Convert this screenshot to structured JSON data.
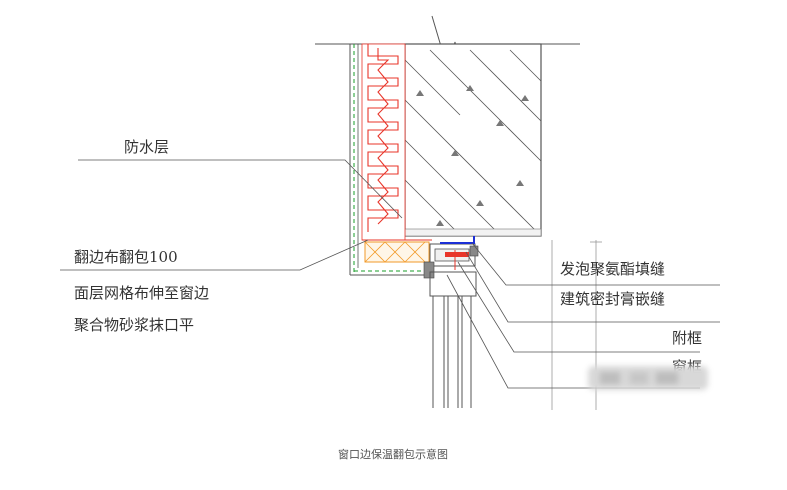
{
  "labels": {
    "waterproof": "防水层",
    "wrap_line1": "翻边布翻包100",
    "wrap_line2": "面层网格布伸至窗边",
    "wrap_line3": "聚合物砂浆抹口平",
    "foam_fill": "发泡聚氨酯填缝",
    "sealant": "建筑密封膏嵌缝",
    "subframe": "附框",
    "window_frame": "窗框"
  },
  "caption": "窗口边保温翻包示意图",
  "colors": {
    "line": "#444444",
    "hatch_red": "#e8352a",
    "mesh_green": "#1a9e2a",
    "sealant_blue": "#1c2fd6",
    "insulation_orange": "#f29a2a"
  }
}
